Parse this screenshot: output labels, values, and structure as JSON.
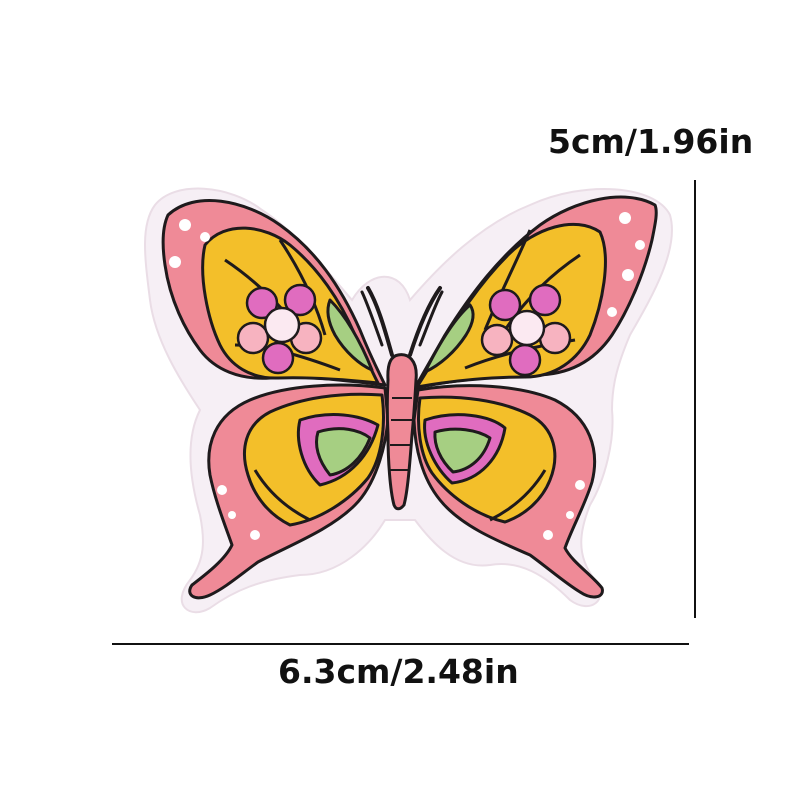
{
  "dimensions": {
    "height_label": "5cm/1.96in",
    "width_label": "6.3cm/2.48in"
  },
  "colors": {
    "background": "#ffffff",
    "felt_backing": "#f7f0f5",
    "outline": "#1e1a1c",
    "pink": "#ef8a97",
    "light_pink": "#f7b3c0",
    "yellow": "#f3bf2a",
    "green": "#a6cf82",
    "magenta": "#e06cbf"
  },
  "icons": {
    "product": "embroidered-butterfly-patch"
  }
}
